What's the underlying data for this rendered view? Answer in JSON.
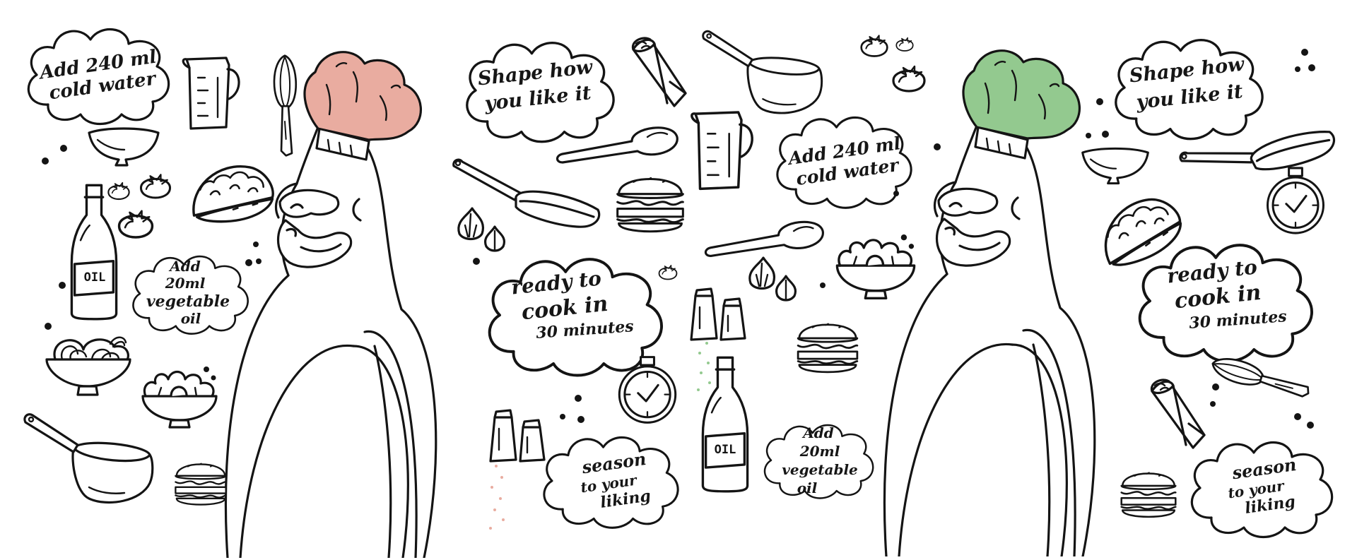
{
  "colors": {
    "ink": "#141414",
    "background": "#ffffff",
    "hat_left": "#e9aca0",
    "hat_right": "#93c98f",
    "salt_left": "#e9aca0",
    "salt_right": "#93c98f"
  },
  "clouds": {
    "left": {
      "water": [
        "Add 240 ml",
        "cold water"
      ],
      "shape": [
        "Shape how",
        "you like it"
      ],
      "oil": [
        "Add",
        "20ml",
        "vegetable",
        "oil"
      ],
      "ready": [
        "ready to",
        "cook in",
        "30 minutes"
      ],
      "season": [
        "season",
        "to your",
        "liking"
      ]
    },
    "right": {
      "water": [
        "Add 240 ml",
        "cold water"
      ],
      "shape": [
        "Shape how",
        "you like it"
      ],
      "oil": [
        "Add",
        "20ml",
        "vegetable",
        "oil"
      ],
      "ready": [
        "ready to",
        "cook in",
        "30 minutes"
      ],
      "season": [
        "season",
        "to your",
        "liking"
      ]
    }
  },
  "labels": {
    "bottle_left": "OIL",
    "bottle_right": "OIL"
  },
  "icons": [
    "chef-gorilla-icon",
    "chef-hat-icon",
    "measuring-jug-icon",
    "whisk-icon",
    "bowl-icon",
    "taco-icon",
    "oil-bottle-icon",
    "tomato-icon",
    "noodle-bowl-icon",
    "salad-bowl-icon",
    "saucepan-icon",
    "burger-icon",
    "burrito-icon",
    "spoon-icon",
    "frying-pan-icon",
    "garlic-icon",
    "salt-shaker-icon",
    "pepper-shaker-icon",
    "timer-icon"
  ]
}
